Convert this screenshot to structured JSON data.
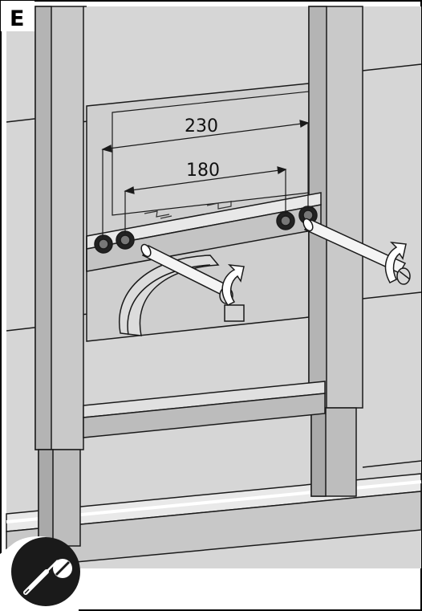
{
  "step_label": "E",
  "dimensions": {
    "outer": "230",
    "inner": "180"
  },
  "tool_badge": {
    "icon": "screwdriver-icon",
    "background": "#1a1a1a"
  },
  "colors": {
    "wall": "#d6d6d6",
    "frame": "#c9c9c9",
    "frame_shadow": "#a9a9a9",
    "line": "#1a1a1a",
    "pipe": "#f4f4f4"
  }
}
